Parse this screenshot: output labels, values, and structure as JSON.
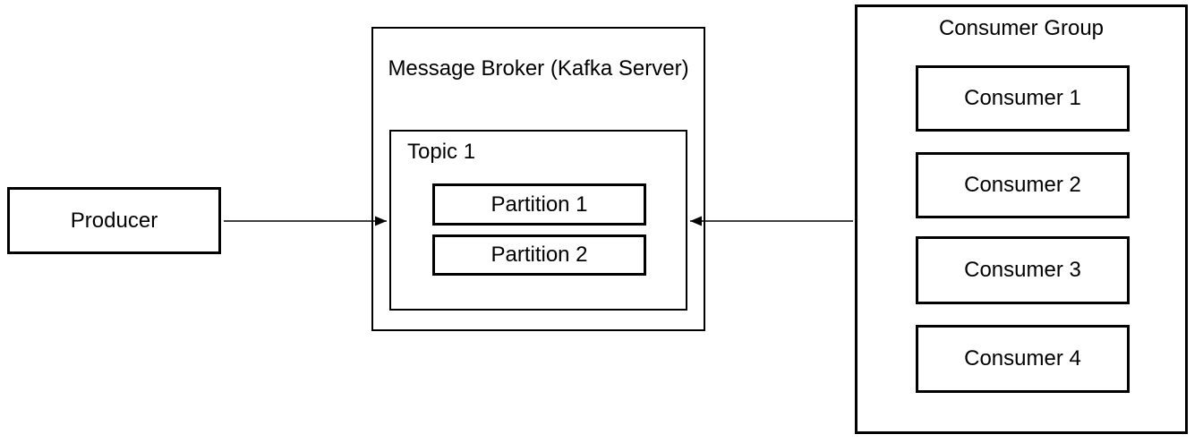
{
  "producer": {
    "label": "Producer"
  },
  "broker": {
    "title": "Message Broker (Kafka Server)",
    "topic": {
      "label": "Topic 1",
      "partitions": [
        {
          "label": "Partition 1"
        },
        {
          "label": "Partition 2"
        }
      ]
    }
  },
  "consumer_group": {
    "title": "Consumer Group",
    "consumers": [
      {
        "label": "Consumer 1"
      },
      {
        "label": "Consumer 2"
      },
      {
        "label": "Consumer 3"
      },
      {
        "label": "Consumer 4"
      }
    ]
  },
  "colors": {
    "line": "#000000",
    "background": "#ffffff",
    "text": "#000000"
  }
}
